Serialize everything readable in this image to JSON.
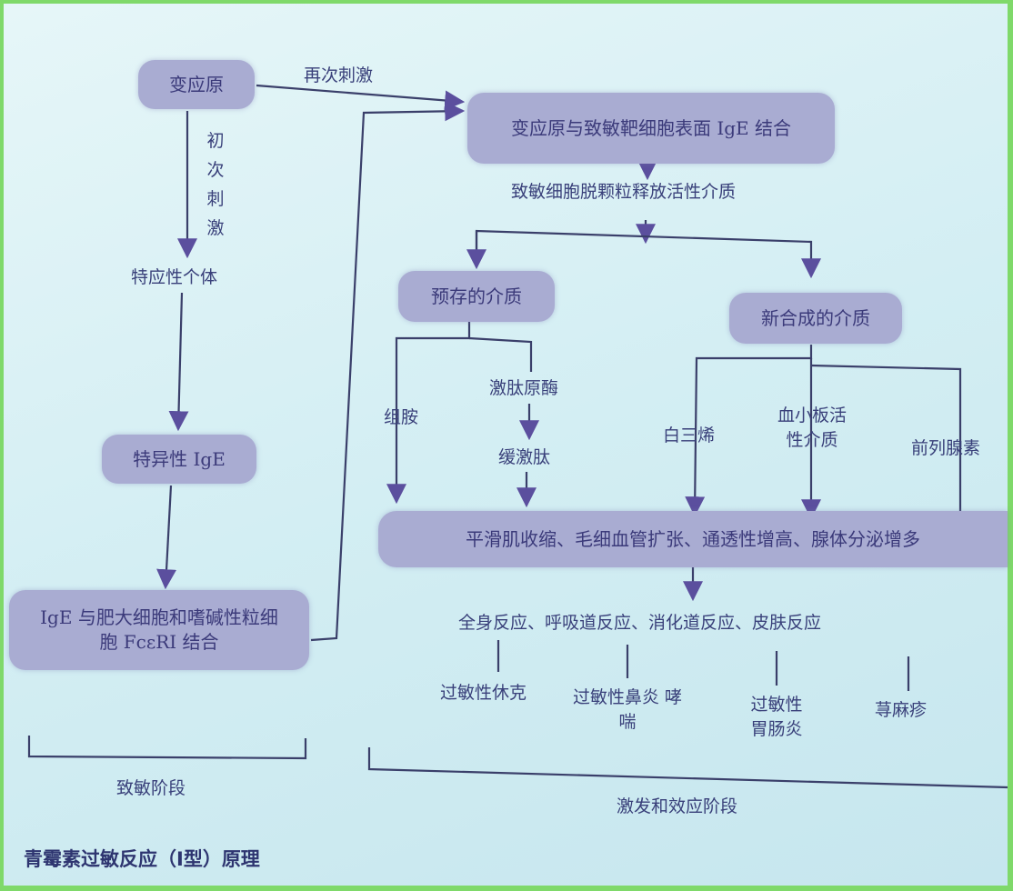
{
  "colors": {
    "box": "#a9acd2",
    "arrow": "#5b4f9e",
    "line": "#2d3a5a",
    "text": "#39407a",
    "frame": "#7fd96a"
  },
  "nodes": {
    "allergen": "变应原",
    "first_stimulus": "初次刺激",
    "second_stimulus": "再次刺激",
    "atopic_individual": "特应性个体",
    "specific_ige": "特异性 IgE",
    "ige_binding": "IgE 与肥大细胞和嗜碱性粒细胞 FcεRI 结合",
    "allergen_binding": "变应原与致敏靶细胞表面 IgE 结合",
    "degranulation": "致敏细胞脱颗粒释放活性介质",
    "preformed": "预存的介质",
    "newly_synth": "新合成的介质",
    "histamine": "组胺",
    "kininogenase": "激肽原酶",
    "bradykinin": "缓激肽",
    "leukotriene": "白三烯",
    "paf": "血小板活性介质",
    "prostaglandin": "前列腺素",
    "effects": "平滑肌收缩、毛细血管扩张、通透性增高、腺体分泌增多",
    "reactions": "全身反应、呼吸道反应、消化道反应、皮肤反应",
    "shock": "过敏性休克",
    "rhinitis": "过敏性鼻炎 哮喘",
    "gastro": "过敏性 胃肠炎",
    "urticaria": "荨麻疹"
  },
  "phases": {
    "sensitization": "致敏阶段",
    "effector": "激发和效应阶段"
  },
  "caption": "青霉素过敏反应（Ⅰ型）原理"
}
